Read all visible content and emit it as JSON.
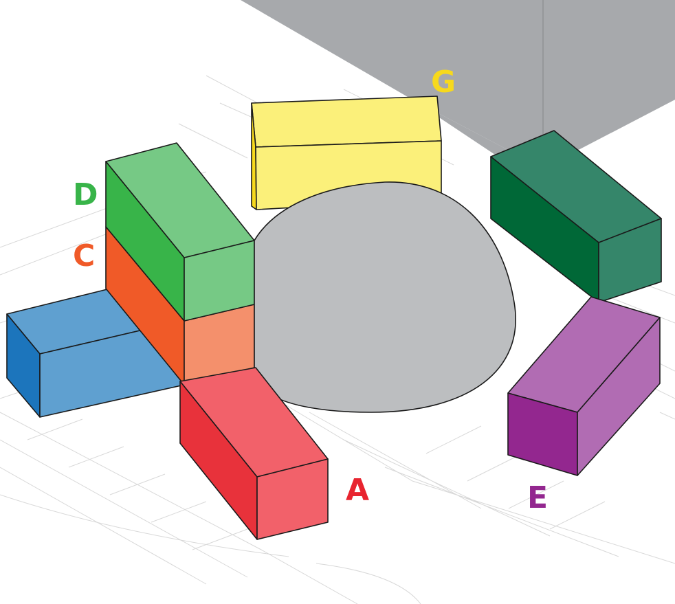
{
  "labels": {
    "a": "A",
    "c": "C",
    "d": "D",
    "e": "E",
    "g": "G"
  },
  "colors": {
    "a": "#e8242f",
    "c": "#f05a28",
    "d": "#38b449",
    "e": "#93278f",
    "g": "#f7d91c",
    "dark_green": "#006837",
    "blue": "#1c75bc",
    "dome": "#bcbec0",
    "background_block": "#a7a9ac"
  }
}
